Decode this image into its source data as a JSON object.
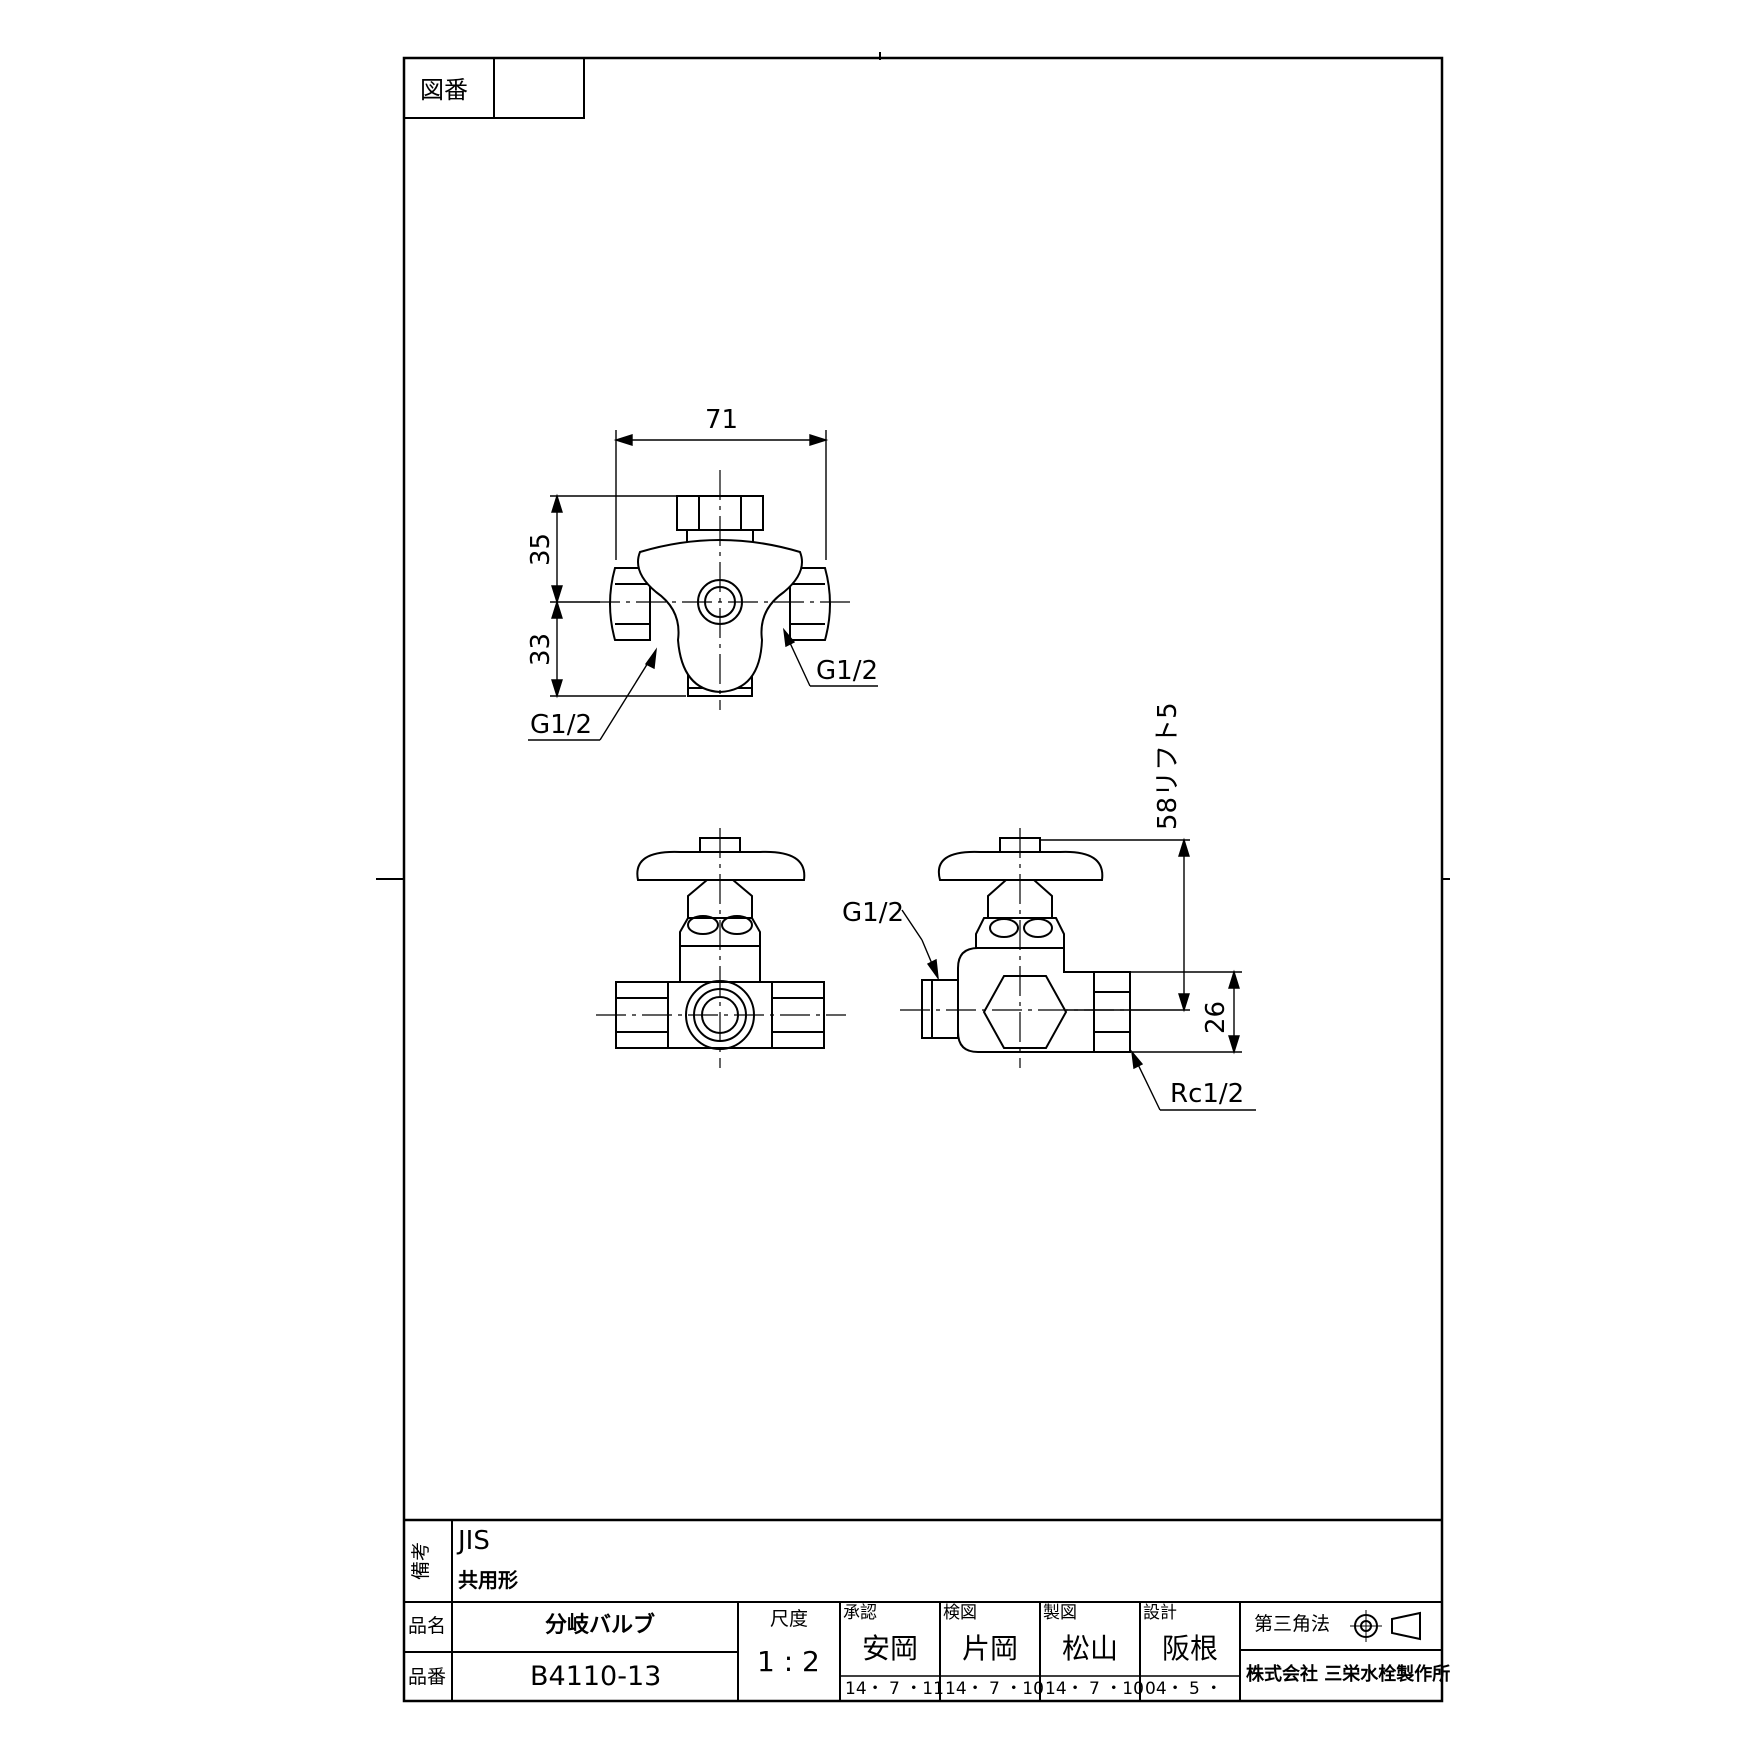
{
  "sheet": {
    "drawing_number_label": "図番",
    "drawing_number_value": ""
  },
  "dimensions": {
    "width_top": "71",
    "upper_height": "35",
    "lower_height": "33",
    "thread_right_top": "G1/2",
    "thread_left_top": "G1/2",
    "thread_side": "G1/2",
    "stroke": "58リフト5",
    "body_height": "26",
    "thread_outlet": "Rc1/2"
  },
  "title_block": {
    "remarks_label": "備考",
    "remarks_line1": "JIS",
    "remarks_line2": "共用形",
    "name_label": "品名",
    "name_value": "分岐バルブ",
    "number_label": "品番",
    "number_value": "B4110-13",
    "scale_label": "尺度",
    "scale_value": "1 : 2",
    "approved_label": "承認",
    "approved_name": "安岡",
    "approved_date": "14・ 7 ・11",
    "checked_label": "検図",
    "checked_name": "片岡",
    "checked_date": "14・ 7 ・10",
    "drawn_label": "製図",
    "drawn_name": "松山",
    "drawn_date": "14・ 7 ・10",
    "design_label": "設計",
    "design_name": "阪根",
    "design_date": "04・ 5 ・",
    "projection_label": "第三角法",
    "company": "株式会社 三栄水栓製作所"
  }
}
